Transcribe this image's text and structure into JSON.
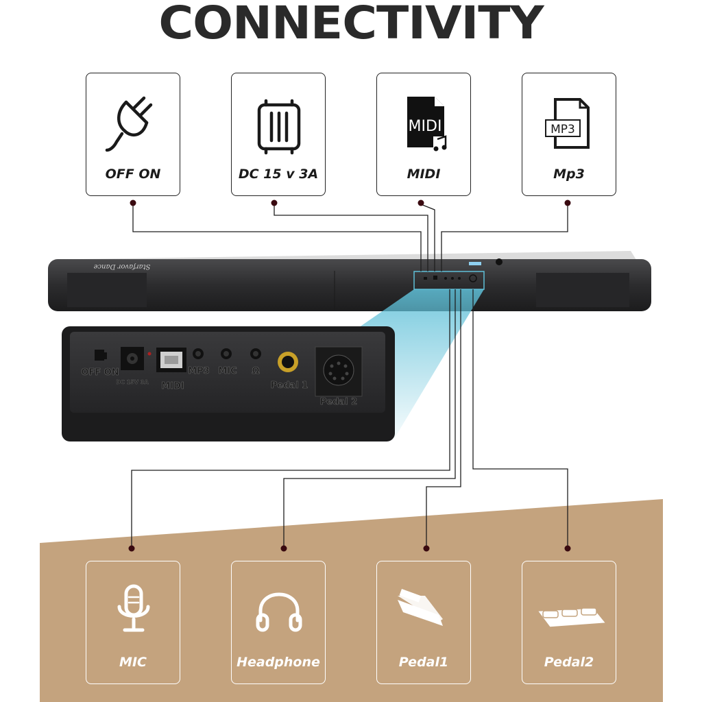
{
  "title": "CONNECTIVITY",
  "brand": "Starfavor Dance",
  "top_ports": [
    {
      "id": "offon",
      "label": "OFF ON",
      "icon": "power-plug-icon"
    },
    {
      "id": "dc",
      "label": "DC 15 v 3A",
      "icon": "power-adapter-icon"
    },
    {
      "id": "midi",
      "label": "MIDI",
      "icon": "midi-file-icon",
      "icon_text": "MIDI"
    },
    {
      "id": "mp3",
      "label": "Mp3",
      "icon": "mp3-file-icon",
      "icon_text": "MP3"
    }
  ],
  "bottom_ports": [
    {
      "id": "mic",
      "label": "MIC",
      "icon": "microphone-icon"
    },
    {
      "id": "headphone",
      "label": "Headphone",
      "icon": "headphone-icon"
    },
    {
      "id": "pedal1",
      "label": "Pedal1",
      "icon": "sustain-pedal-icon"
    },
    {
      "id": "pedal2",
      "label": "Pedal2",
      "icon": "triple-pedal-icon"
    }
  ],
  "panel_labels": {
    "offon": "OFF ON",
    "dc": "DC 15V 3A",
    "midi": "MIDI",
    "mp3": "MP3",
    "mic": "MIC",
    "headphone": "Ω",
    "pedal1": "Pedal 1",
    "pedal2": "Pedal 2"
  },
  "colors": {
    "beige": "#c5a37f",
    "panel": "#2f2f31",
    "highlight": "#5fc0d8",
    "line": "#1e1e1e",
    "dot": "#3a0a10"
  }
}
